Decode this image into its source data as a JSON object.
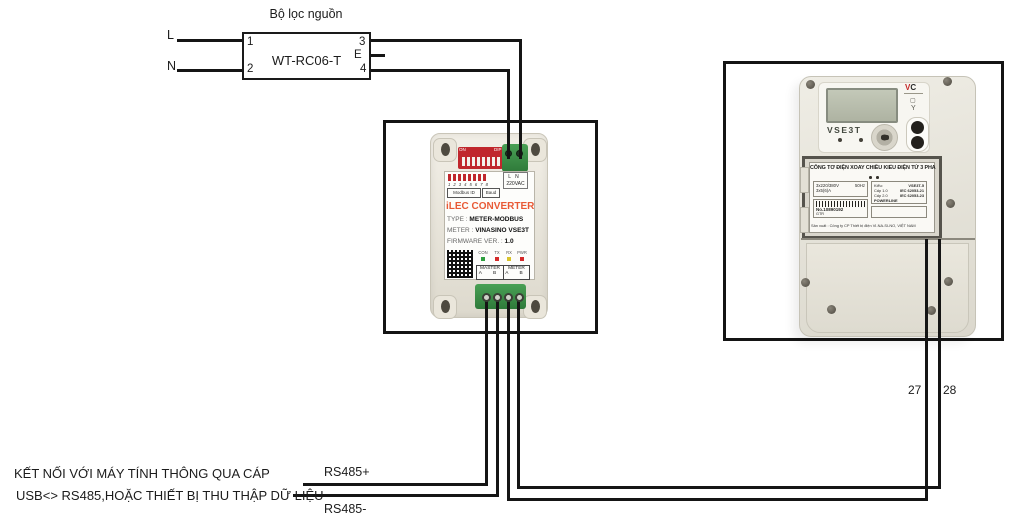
{
  "colors": {
    "wire": "#151515",
    "dip_red": "#c0272d",
    "terminal_green": "#3f8f4a",
    "brand_orange": "#e85a36",
    "led_green": "#2e9e3f",
    "led_red": "#d42a2a",
    "led_yellow": "#d8c32a",
    "logo_red": "#c42626"
  },
  "filter": {
    "title": "Bộ lọc nguồn",
    "model": "WT-RC06-T",
    "terminal_1": "1",
    "terminal_2": "2",
    "terminal_3": "3",
    "terminal_4": "4",
    "terminal_e": "E",
    "line_live": "L",
    "line_neutral": "N"
  },
  "converter": {
    "dip": {
      "on": "ON",
      "dip": "DIP",
      "modbus_id": "Modbus ID",
      "baud": "Baud",
      "numbers": [
        "1",
        "2",
        "3",
        "4",
        "5",
        "6",
        "7",
        "8"
      ]
    },
    "power": {
      "l": "L",
      "n": "N",
      "voltage": "220VAC"
    },
    "brand": "iLEC CONVERTER",
    "type_label": "TYPE :",
    "type_value": "METER-MODBUS",
    "meter_label": "METER :",
    "meter_value": "VINASINO VSE3T",
    "firmware_label": "FIRMWARE VER. :",
    "firmware_value": "1.0",
    "leds": [
      {
        "label": "CON"
      },
      {
        "label": "TX"
      },
      {
        "label": "RX"
      },
      {
        "label": "PWR"
      }
    ],
    "ports": {
      "master": "MASTER",
      "meter": "METER",
      "pins_master": "A B",
      "pins_meter": "A B"
    }
  },
  "meter": {
    "model": "VSE3T",
    "logo_v": "V",
    "logo_c": "C",
    "class_symbol": "▢",
    "wye_symbol": "Y",
    "plate": {
      "title": "CÔNG TƠ ĐIỆN XOAY CHIỀU KIỂU ĐIỆN TỬ 3 PHA",
      "voltage": "3x220/380V",
      "frequency": "50Hz",
      "current": "3x5(6)A",
      "serial": "No.10890192",
      "serial_sub": "GTR",
      "right_rows": [
        {
          "k": "Kiểu:",
          "v": "VSE3T-5"
        },
        {
          "k": "Cấp 1.0",
          "v": "IEC 62053-21"
        },
        {
          "k": "Cấp 2.0",
          "v": "IEC 62053-23"
        },
        {
          "k": "POWERLINE",
          "v": ""
        }
      ],
      "manufacturer": "Sản xuất : Công ty CP Thiết bị điện VI-NA-SI-NO, VIỆT NAM"
    }
  },
  "connections": {
    "rs485_plus": "RS485+",
    "rs485_minus": "RS485-",
    "terminal_27": "27",
    "terminal_28": "28",
    "note_line1": "KẾT NỐI VỚI MÁY TÍNH THÔNG QUA CÁP",
    "note_line2": "USB<> RS485,HOẶC THIẾT BỊ THU THẬP DỮ LIỆU"
  }
}
